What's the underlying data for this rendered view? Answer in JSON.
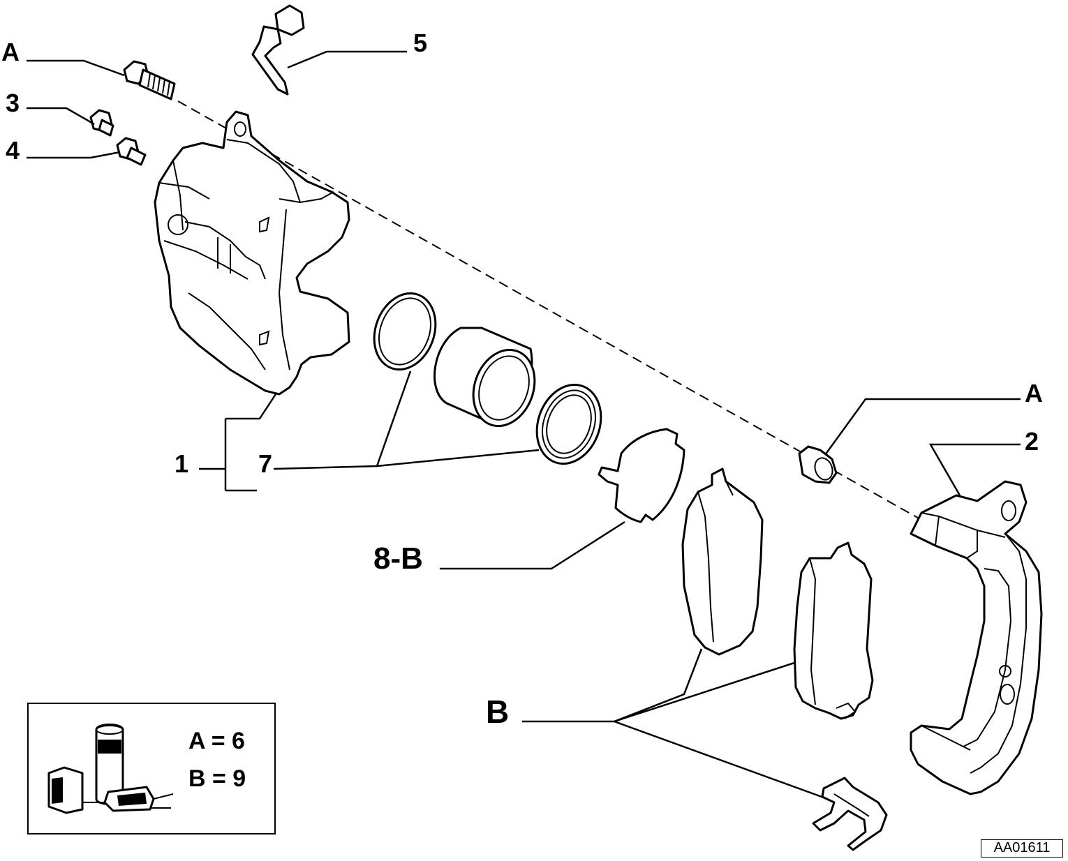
{
  "labels": {
    "a_top": "A",
    "five": "5",
    "three": "3",
    "four": "4",
    "one": "1",
    "seven": "7",
    "eight_b": "8-B",
    "a_right": "A",
    "two": "2",
    "b_bottom": "B"
  },
  "legend": {
    "a_eq": "A = 6",
    "b_eq": "B = 9"
  },
  "reference_code": "AA01611"
}
